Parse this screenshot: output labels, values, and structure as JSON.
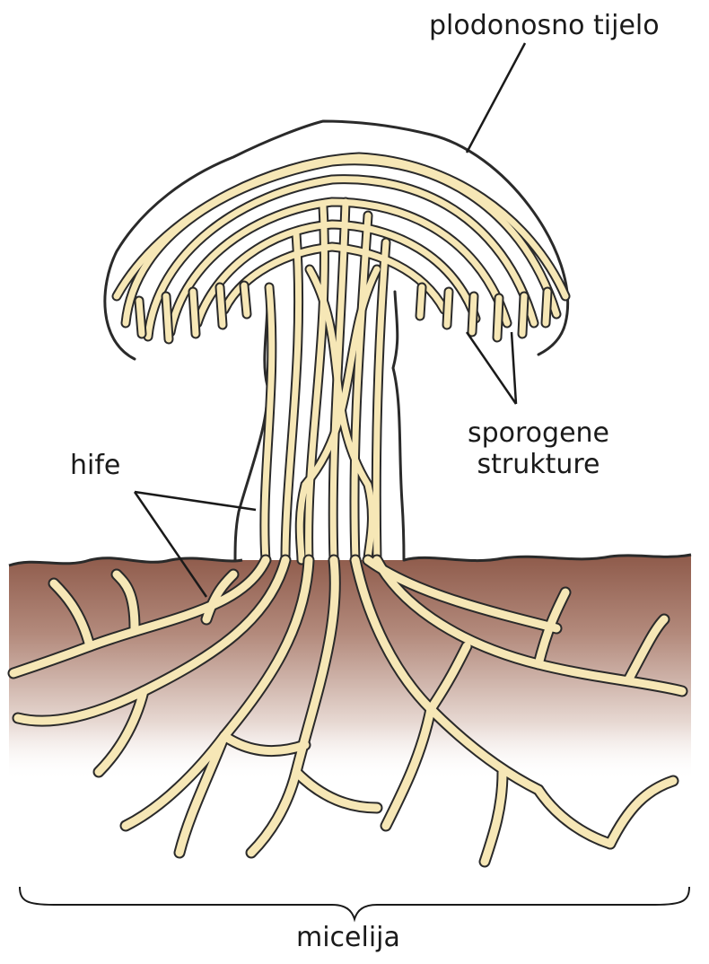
{
  "labels": {
    "fruiting_body": "plodonosno tijelo",
    "sporogenic_line1": "sporogene",
    "sporogenic_line2": "strukture",
    "hyphae": "hife",
    "mycelium": "micelija"
  },
  "colors": {
    "hypha_fill": "#f6e7b6",
    "hypha_outline": "#2a2a2a",
    "soil_top": "#8e5a4a",
    "soil_bottom": "#ffffff",
    "text": "#1a1a1a"
  }
}
